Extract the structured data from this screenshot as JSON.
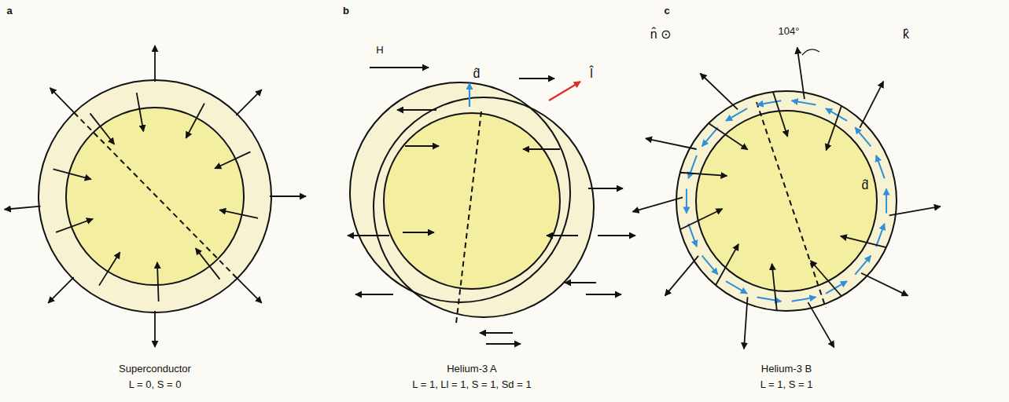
{
  "diagram": {
    "labels": [
      "a",
      "b",
      "c",
      "Superconductor",
      "L = 0, S = 0",
      "H",
      "d̂",
      "l̂",
      "Helium-3 A",
      "L = 1, Ll = 1, S = 1, Sd = 1",
      "n̂ ⊙",
      "104°",
      "k̂",
      "d̂",
      "Helium-3 B",
      "L = 1, S = 1"
    ]
  }
}
